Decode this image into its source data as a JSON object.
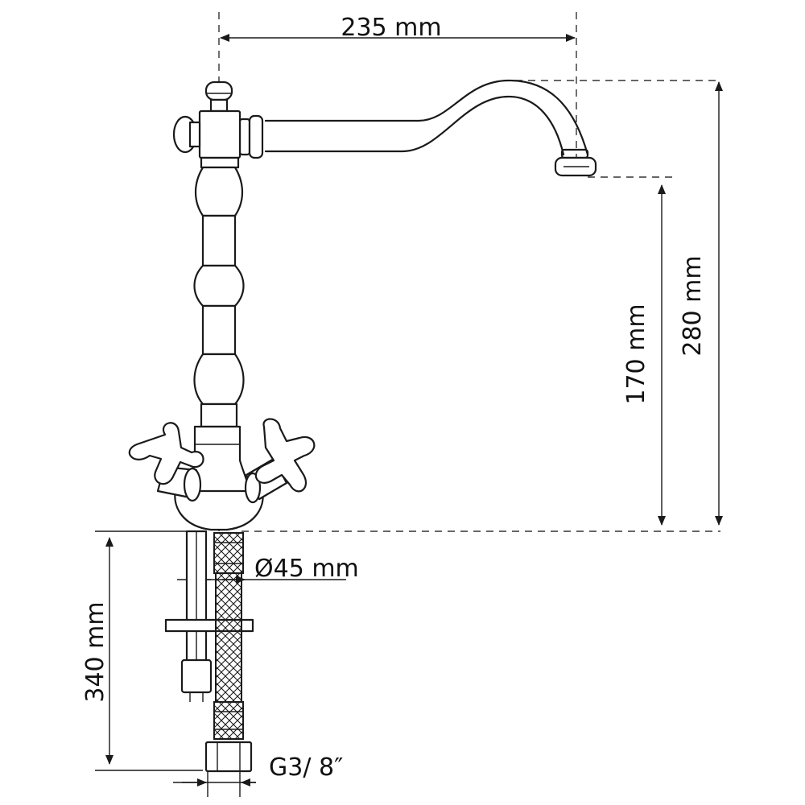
{
  "dimensions": {
    "reach": "235 mm",
    "total_height": "280 mm",
    "spout_clearance": "170 mm",
    "shank_length": "340 mm",
    "base_diameter": "Ø45 mm",
    "connection_thread": "G3/ 8″"
  },
  "colors": {
    "ink": "#1a1a1a",
    "background": "#ffffff"
  }
}
